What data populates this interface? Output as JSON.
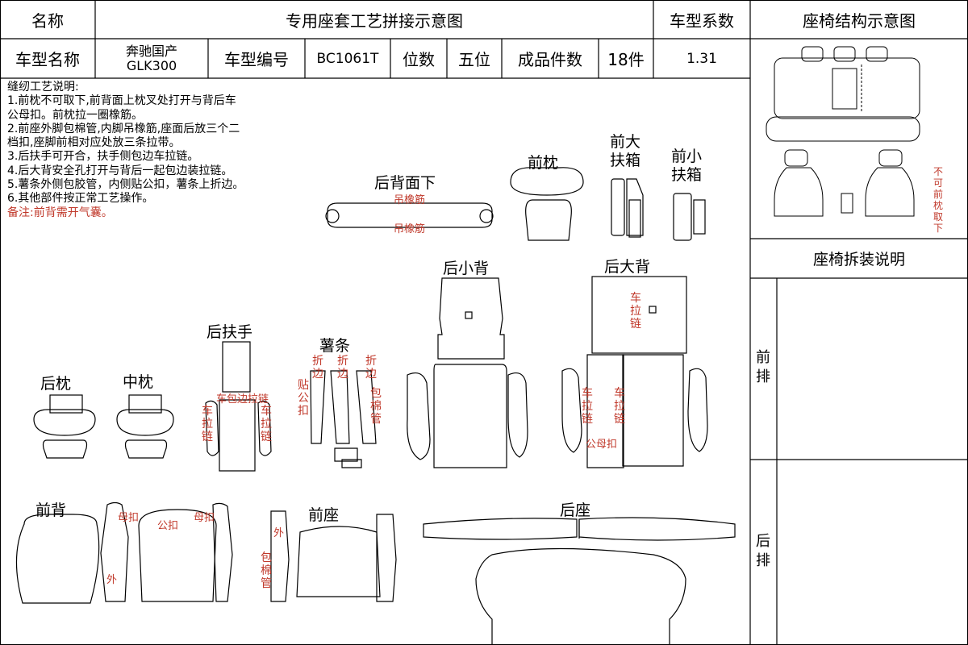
{
  "header": {
    "name_label": "名称",
    "doc_title": "专用座套工艺拼接示意图",
    "coefficient_label": "车型系数",
    "structure_title": "座椅结构示意图",
    "model_name_label": "车型名称",
    "model_name_line1": "奔驰国产",
    "model_name_line2": "GLK300",
    "model_code_label": "车型编号",
    "model_code": "BC1061T",
    "seats_label": "位数",
    "seats_value": "五位",
    "pieces_label": "成品件数",
    "pieces_value": "18件",
    "coefficient_value": "1.31"
  },
  "notes": {
    "lines": [
      "缝纫工艺说明:",
      "1.前枕不可取下,前背面上枕叉处打开与背后车",
      "公母扣。前枕拉一圈橡筋。",
      "2.前座外脚包棉管,内脚吊橡筋,座面后放三个二",
      "档扣,座脚前相对应处放三条拉带。",
      "3.后扶手可开合，扶手侧包边车拉链。",
      "4.后大背安全孔打开与背后一起包边装拉链。",
      "5.薯条外侧包胶管，内侧贴公扣，薯条上折边。",
      "6.其他部件按正常工艺操作。"
    ],
    "remark": "备注:前背需开气囊。"
  },
  "parts": {
    "rear_back_lower": "后背面下",
    "front_headrest": "前枕",
    "front_large_box_1": "前大",
    "front_large_box_2": "扶箱",
    "front_small_box_1": "前小",
    "front_small_box_2": "扶箱",
    "rear_small_back": "后小背",
    "rear_large_back": "后大背",
    "rear_armrest": "后扶手",
    "strip": "薯条",
    "rear_headrest": "后枕",
    "middle_headrest": "中枕",
    "front_back": "前背",
    "front_seat": "前座",
    "rear_seat": "后座"
  },
  "annotations": {
    "hang_elastic": "吊橡筋",
    "zipper_v": "车拉链",
    "zipper_h": "车包边拉链",
    "fold": "折边",
    "male_clip": "贴公扣",
    "cotton_tube": "包棉管",
    "female_clip": "母扣",
    "male_clip_short": "公扣",
    "outer": "外",
    "male_female": "公母扣"
  },
  "right_panel": {
    "not_removable": "不可前枕取下",
    "disassembly_title": "座椅拆装说明",
    "front_row": "前排",
    "rear_row": "后排"
  }
}
